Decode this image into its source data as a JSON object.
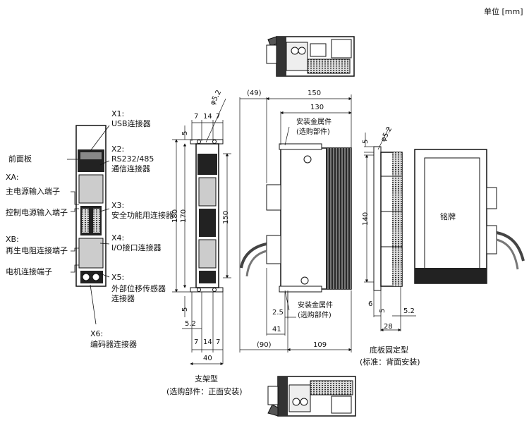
{
  "unit": "单位 [mm]",
  "front_view": {
    "x1_label": "X1:",
    "x1_desc": "USB连接器",
    "front_panel": "前面板",
    "x2_label": "X2:",
    "x2_desc1": "RS232/485",
    "x2_desc2": "通信连接器",
    "xa_label": "XA:",
    "xa_main_power": "主电源输入端子",
    "xa_ctrl_power": "控制电源输入端子",
    "x3_label": "X3:",
    "x3_desc": "安全功能用连接器",
    "x4_label": "X4:",
    "x4_desc": "I/O接口连接器",
    "xb_label": "XB:",
    "xb_regen": "再生电阻连接端子",
    "xb_motor": "电机连接端子",
    "x5_label": "X5:",
    "x5_desc1": "外部位移传感器",
    "x5_desc2": "连接器",
    "x6_label": "X6:",
    "x6_desc": "编码器连接器"
  },
  "dimensions": {
    "d_phi52_a": "φ5.2",
    "d_7_top_a": "7",
    "d_14_top": "14",
    "d_7_top_b": "7",
    "d_5_top": "5",
    "d_180": "180",
    "d_170": "170",
    "d_150_v": "150",
    "d_5_bot": "5",
    "d_52": "5.2",
    "d_7_bot_a": "7",
    "d_14_bot": "14",
    "d_7_bot_b": "7",
    "d_40": "40",
    "d_49": "(49)",
    "d_150_h": "150",
    "d_130": "130",
    "d_25": "2.5",
    "d_41": "41",
    "d_90": "(90)",
    "d_109": "109",
    "d_phi52_b": "φ5.2",
    "d_5_side": "5",
    "d_140": "140",
    "d_6": "6",
    "d_5_side_b": "5",
    "d_52_side": "5.2",
    "d_28": "28"
  },
  "side_view": {
    "bracket_top_1": "安装金属件",
    "bracket_top_2": "(选购部件)",
    "bracket_bot_1": "安装金属件",
    "bracket_bot_2": "(选购部件)"
  },
  "captions": {
    "rack_1": "支架型",
    "rack_2": "(选购部件：正面安装)",
    "base_1": "底板固定型",
    "base_2": "(标准：背面安装)",
    "nameplate": "铭牌"
  }
}
